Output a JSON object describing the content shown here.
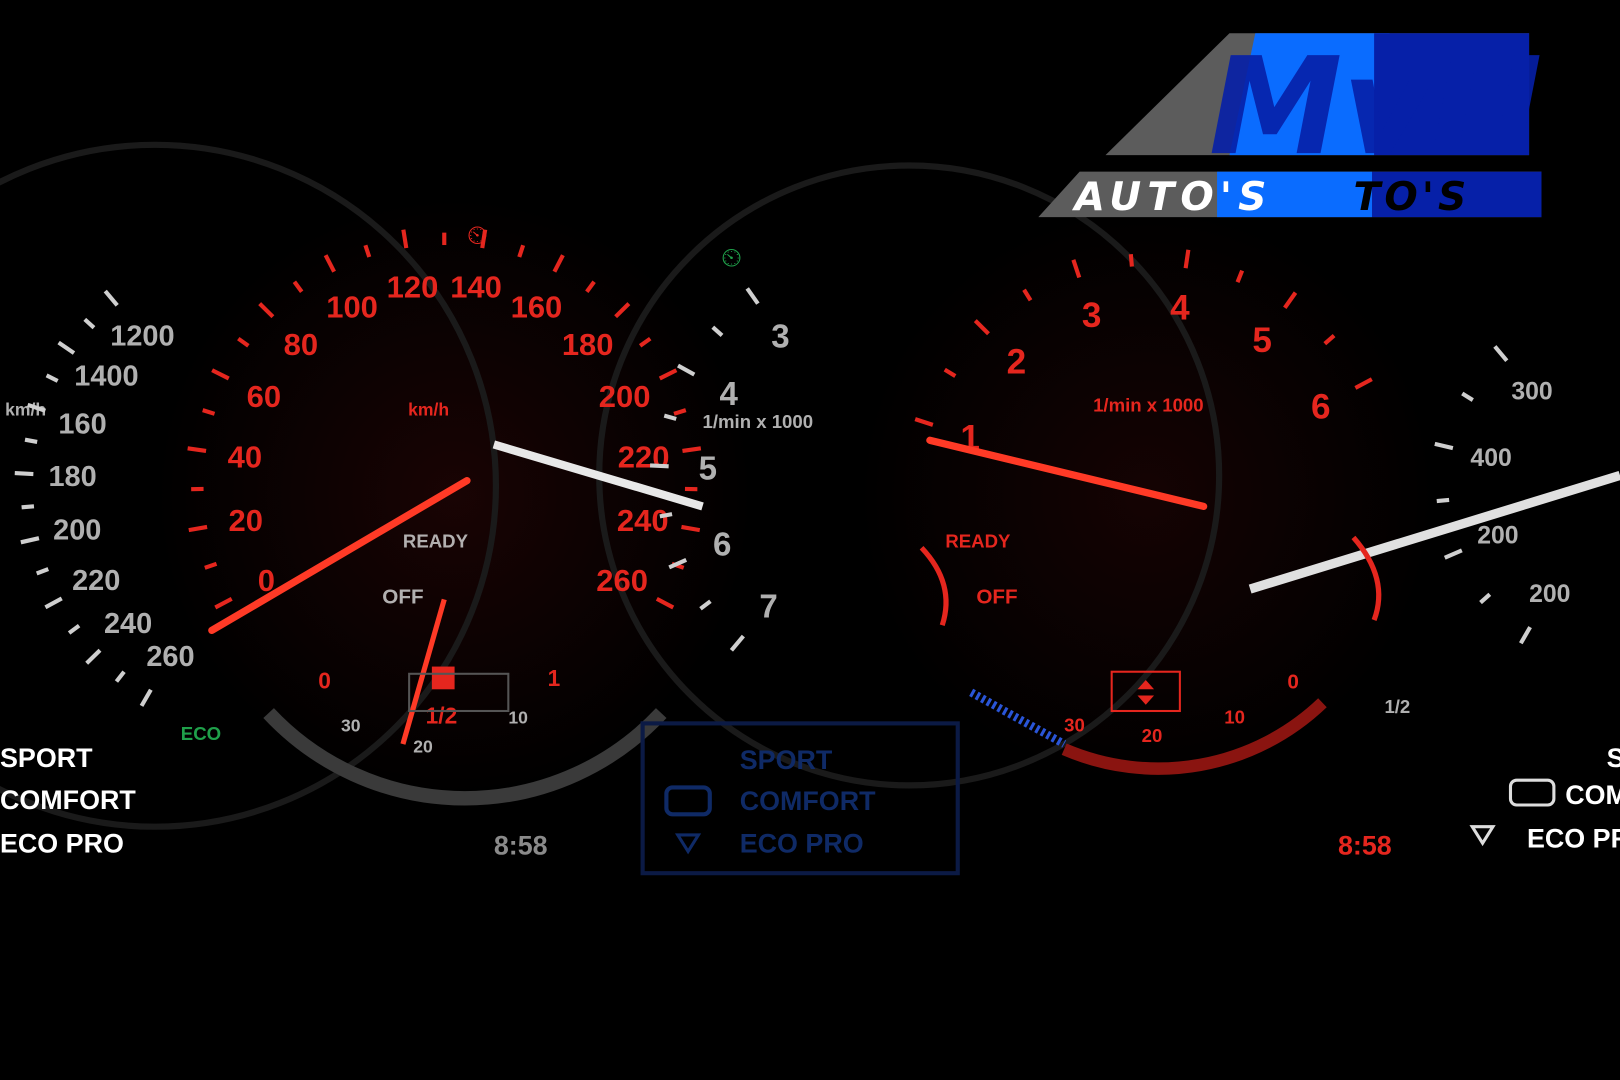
{
  "logo": {
    "main": "MvH",
    "sub": "AUTO'S",
    "colors": {
      "grey": "#5c5c5c",
      "blue": "#0a6cff",
      "darkblue": "#0620a8"
    }
  },
  "speedometer": {
    "unit": "km/h",
    "labels": [
      "0",
      "20",
      "40",
      "60",
      "80",
      "100",
      "120",
      "140",
      "160",
      "180",
      "200",
      "220",
      "240",
      "260"
    ],
    "color": "#e5261e",
    "ready": "READY",
    "off": "OFF",
    "fuel": {
      "empty": "0",
      "half": "1/2",
      "full": "1"
    }
  },
  "ghost_speedometer": {
    "unit": "km/h",
    "labels": [
      "1200",
      "1400",
      "160",
      "180",
      "200",
      "220",
      "240",
      "260"
    ],
    "ready": "READY",
    "off": "OFF",
    "range_labels": [
      "30",
      "20",
      "10"
    ]
  },
  "tachometer": {
    "unit": "1/min x 1000",
    "labels": [
      "1",
      "2",
      "3",
      "4",
      "5",
      "6"
    ],
    "ready": "READY",
    "off": "OFF",
    "range_labels": [
      "30",
      "20",
      "10"
    ],
    "fuel": {
      "empty": "0",
      "half": "1/2"
    }
  },
  "ghost_tachometer": {
    "unit": "1/min x 1000",
    "labels": [
      "3",
      "4",
      "5",
      "6",
      "7"
    ],
    "right_labels": [
      "300",
      "400",
      "200",
      "200"
    ]
  },
  "drive_modes": {
    "white_left": [
      "SPORT",
      "COMFORT",
      "ECO PRO"
    ],
    "blue_center": [
      "SPORT",
      "COMFORT",
      "ECO PRO"
    ],
    "white_right": [
      "SPORT",
      "COMFORT",
      "ECO PRO"
    ],
    "eco_indicator": "ECO"
  },
  "clock": {
    "ghost": "8:58",
    "red": "8:58"
  }
}
